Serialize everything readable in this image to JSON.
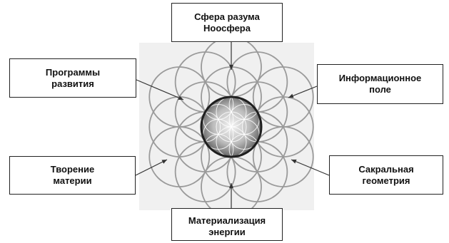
{
  "labels": {
    "top": {
      "line1": "Сфера разума",
      "line2": "Ноосфера"
    },
    "top_left": {
      "line1": "Программы",
      "line2": "развития"
    },
    "top_right": {
      "line1": "Информационное",
      "line2": "поле"
    },
    "bottom_left": {
      "line1": "Творение",
      "line2": "материи"
    },
    "bottom_right": {
      "line1": "Сакральная",
      "line2": "геометрия"
    },
    "bottom": {
      "line1": "Материализация",
      "line2": "энергии"
    }
  },
  "colors": {
    "panel": "#f0f0f0",
    "circle_stroke": "#9a9a9a",
    "center_ring": "#1f1f1f",
    "arrow": "#333333",
    "box_border": "#222222"
  }
}
